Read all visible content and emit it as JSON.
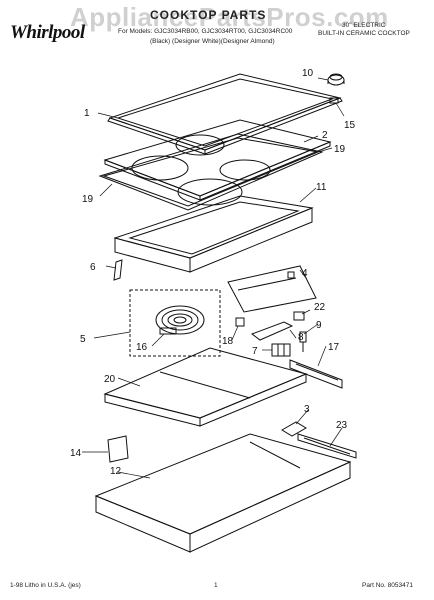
{
  "header": {
    "brand": "Whirlpool",
    "watermark": "AppliancePartsPros.com",
    "title": "COOKTOP PARTS",
    "models_line": "For Models: GJC3034RB00, GJC3034RT00, GJC3034RC00",
    "color_line": "(Black)   (Designer White)(Designer Almond)",
    "type_line_1": "30\" ELECTRIC",
    "type_line_2": "BUILT-IN CERAMIC COCKTOP"
  },
  "callouts": [
    "10",
    "15",
    "1",
    "2",
    "19",
    "19",
    "11",
    "6",
    "4",
    "22",
    "5",
    "9",
    "16",
    "18",
    "17",
    "7",
    "8",
    "20",
    "3",
    "23",
    "14",
    "12"
  ],
  "footer": {
    "litho": "1-98 Litho in U.S.A. (jes)",
    "page": "1",
    "part_no": "Part No. 8053471"
  },
  "colors": {
    "line": "#111111",
    "paper": "#ffffff"
  }
}
